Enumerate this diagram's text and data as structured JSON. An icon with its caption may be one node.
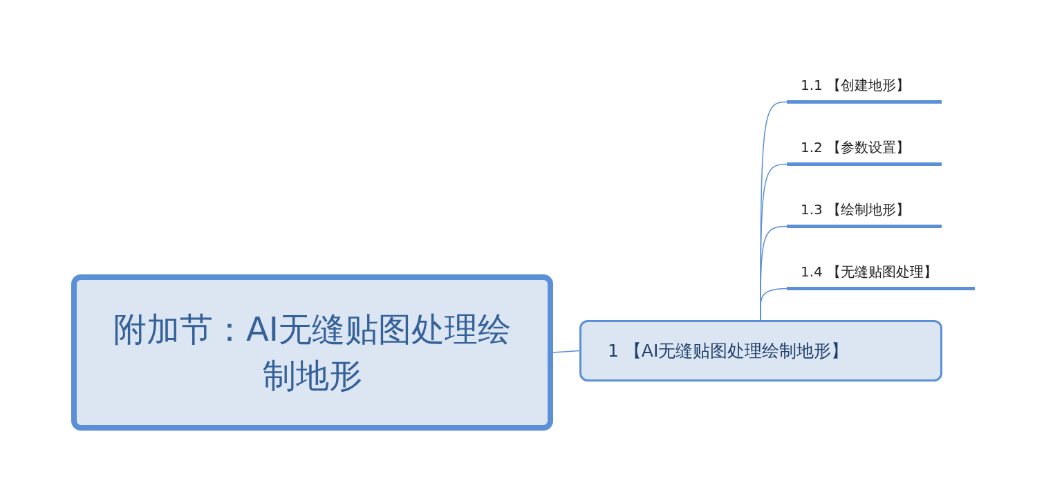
{
  "diagram": {
    "nodes": [
      {
        "text": [
          "附加节：AI无缝贴图处理绘制地形"
        ]
      },
      {
        "text": [
          "1 【AI无缝贴图处理绘制地形】"
        ]
      },
      {
        "text": [
          "1.1 【创建地形】"
        ]
      },
      {
        "text": [
          "1.2 【参数设置】"
        ]
      },
      {
        "text": [
          "1.3 【绘制地形】"
        ]
      },
      {
        "text": [
          "1.4 【无缝贴图处理】"
        ]
      }
    ],
    "edges": [
      {
        "from": 0,
        "to": 1,
        "arrow": "none"
      },
      {
        "from": 1,
        "to": 2,
        "arrow": "none"
      },
      {
        "from": 1,
        "to": 3,
        "arrow": "none"
      },
      {
        "from": 1,
        "to": 4,
        "arrow": "none"
      },
      {
        "from": 1,
        "to": 5,
        "arrow": "none"
      }
    ]
  }
}
